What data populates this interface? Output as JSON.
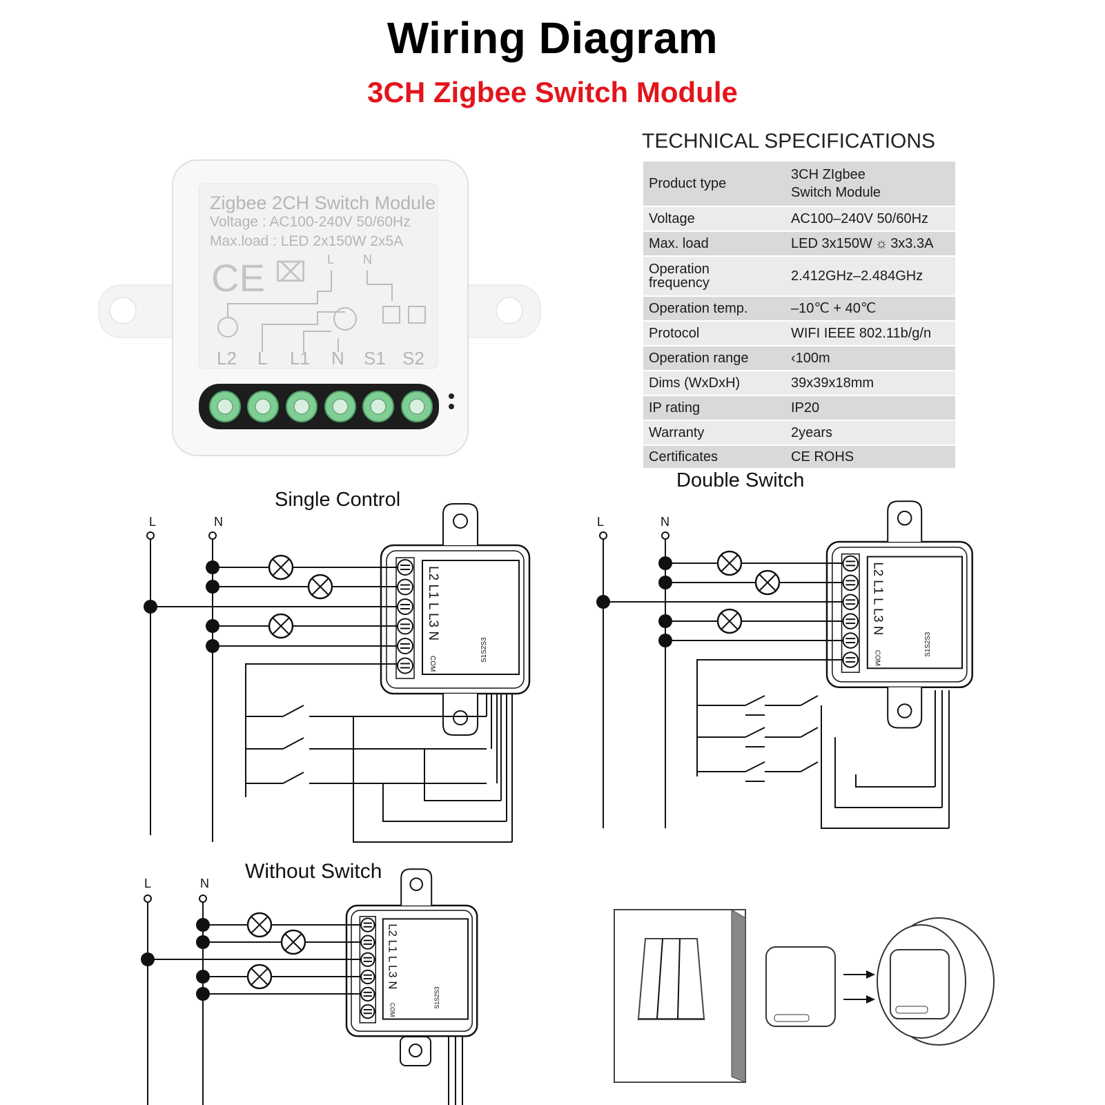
{
  "header": {
    "title": "Wiring Diagram",
    "subtitle": "3CH Zigbee Switch Module",
    "subtitle_color": "#e3141b"
  },
  "device_photo": {
    "line1": "Zigbee 2CH Switch Module",
    "line2": "Voltage : AC100-240V 50/60Hz",
    "line3": "Max.load : LED 2x150W  2x5A",
    "ce_mark": "CE",
    "schematic_top_labels": [
      "L",
      "N"
    ],
    "terminal_labels": [
      "L2",
      "L",
      "L1",
      "N",
      "S1",
      "S2"
    ],
    "terminal_block_color": "#7fcf95"
  },
  "specs": {
    "heading": "TECHNICAL SPECIFICATIONS",
    "rows": [
      {
        "key": "Product type",
        "value": "3CH  ZIgbee\nSwitch Module"
      },
      {
        "key": "Voltage",
        "value": "AC100–240V 50/60Hz"
      },
      {
        "key": "Max. load",
        "value_pre": "LED 3x150W",
        "icon": "sun-icon",
        "value_post": "3x3.3A"
      },
      {
        "key": "Operation\nfrequency",
        "value": "2.412GHz–2.484GHz"
      },
      {
        "key": "Operation temp.",
        "value": "–10℃ + 40℃"
      },
      {
        "key": "Protocol",
        "value": "WIFI  IEEE 802.11b/g/n"
      },
      {
        "key": "Operation range",
        "value": "‹100m"
      },
      {
        "key": "Dims (WxDxH)",
        "value": "39x39x18mm"
      },
      {
        "key": "IP rating",
        "value": "IP20"
      },
      {
        "key": "Warranty",
        "value": "2years"
      },
      {
        "key": "Certificates",
        "value": "CE ROHS"
      }
    ]
  },
  "diagrams": {
    "single": {
      "title": "Single Control",
      "L": "L",
      "N": "N"
    },
    "double": {
      "title": "Double Switch",
      "L": "L",
      "N": "N"
    },
    "without": {
      "title": "Without Switch",
      "L": "L",
      "N": "N"
    },
    "module_terminals": [
      "L2",
      "L1",
      "L",
      "L3",
      "N",
      "COM"
    ],
    "module_switch_inputs": [
      "S1",
      "S2",
      "S3"
    ]
  },
  "installation": {
    "icons": [
      "wall-switch-icon",
      "module-icon",
      "arrow-icon",
      "wall-box-icon"
    ]
  }
}
